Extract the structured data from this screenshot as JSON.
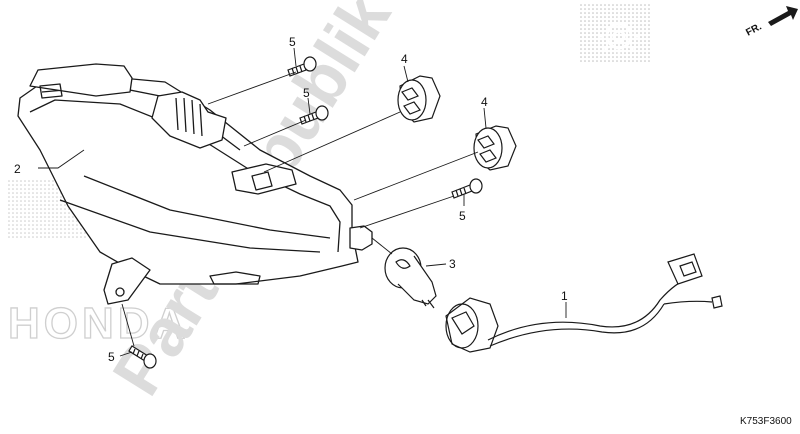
{
  "diagram": {
    "watermark_text": "PartsRepublik",
    "brand_watermark": "HONDA",
    "direction_label": "FR.",
    "figure_code": "K753F3600",
    "callouts": [
      {
        "id": "wire-harness",
        "label": "1"
      },
      {
        "id": "taillight",
        "label": "2"
      },
      {
        "id": "bulb",
        "label": "3"
      },
      {
        "id": "socket-upper",
        "label": "4"
      },
      {
        "id": "socket-lower",
        "label": "4"
      },
      {
        "id": "screw-top",
        "label": "5"
      },
      {
        "id": "screw-mid",
        "label": "5"
      },
      {
        "id": "screw-right",
        "label": "5"
      },
      {
        "id": "screw-bottom",
        "label": "5"
      }
    ],
    "colors": {
      "line": "#1a1a1a",
      "watermark": "#d4d4d4",
      "pattern": "#bdbdbd",
      "background": "#ffffff"
    },
    "icons": [
      "gear-logo-icon",
      "direction-arrow-icon"
    ]
  }
}
